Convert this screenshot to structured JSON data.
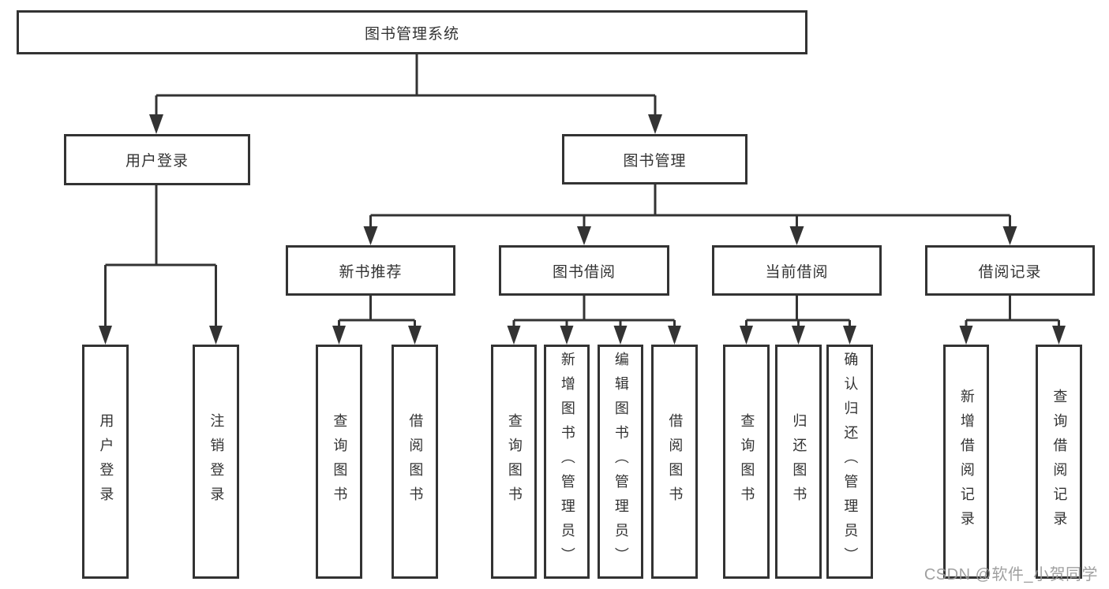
{
  "colors": {
    "line": "#333333",
    "box_border": "#333333",
    "box_fill": "#ffffff",
    "text": "#333333",
    "background": "#ffffff",
    "watermark": "#989898"
  },
  "nodes": {
    "root": "图书管理系统",
    "user_login": "用户登录",
    "book_mgmt": "图书管理",
    "ul_login": "用户登录",
    "ul_logout": "注销登录",
    "nb_rec": "新书推荐",
    "bk_borrow": "图书借阅",
    "cur_borrow": "当前借阅",
    "borrow_rec": "借阅记录",
    "nb_query": "查询图书",
    "nb_borrow": "借阅图书",
    "bb_query": "查询图书",
    "bb_add": "新增图书（管理员）",
    "bb_edit": "编辑图书（管理员）",
    "bb_borrow": "借阅图书",
    "cb_query": "查询图书",
    "cb_return": "归还图书",
    "cb_confirm": "确认归还（管理员）",
    "br_add": "新增借阅记录",
    "br_query": "查询借阅记录"
  },
  "watermark": "CSDN @软件_小贺同学"
}
